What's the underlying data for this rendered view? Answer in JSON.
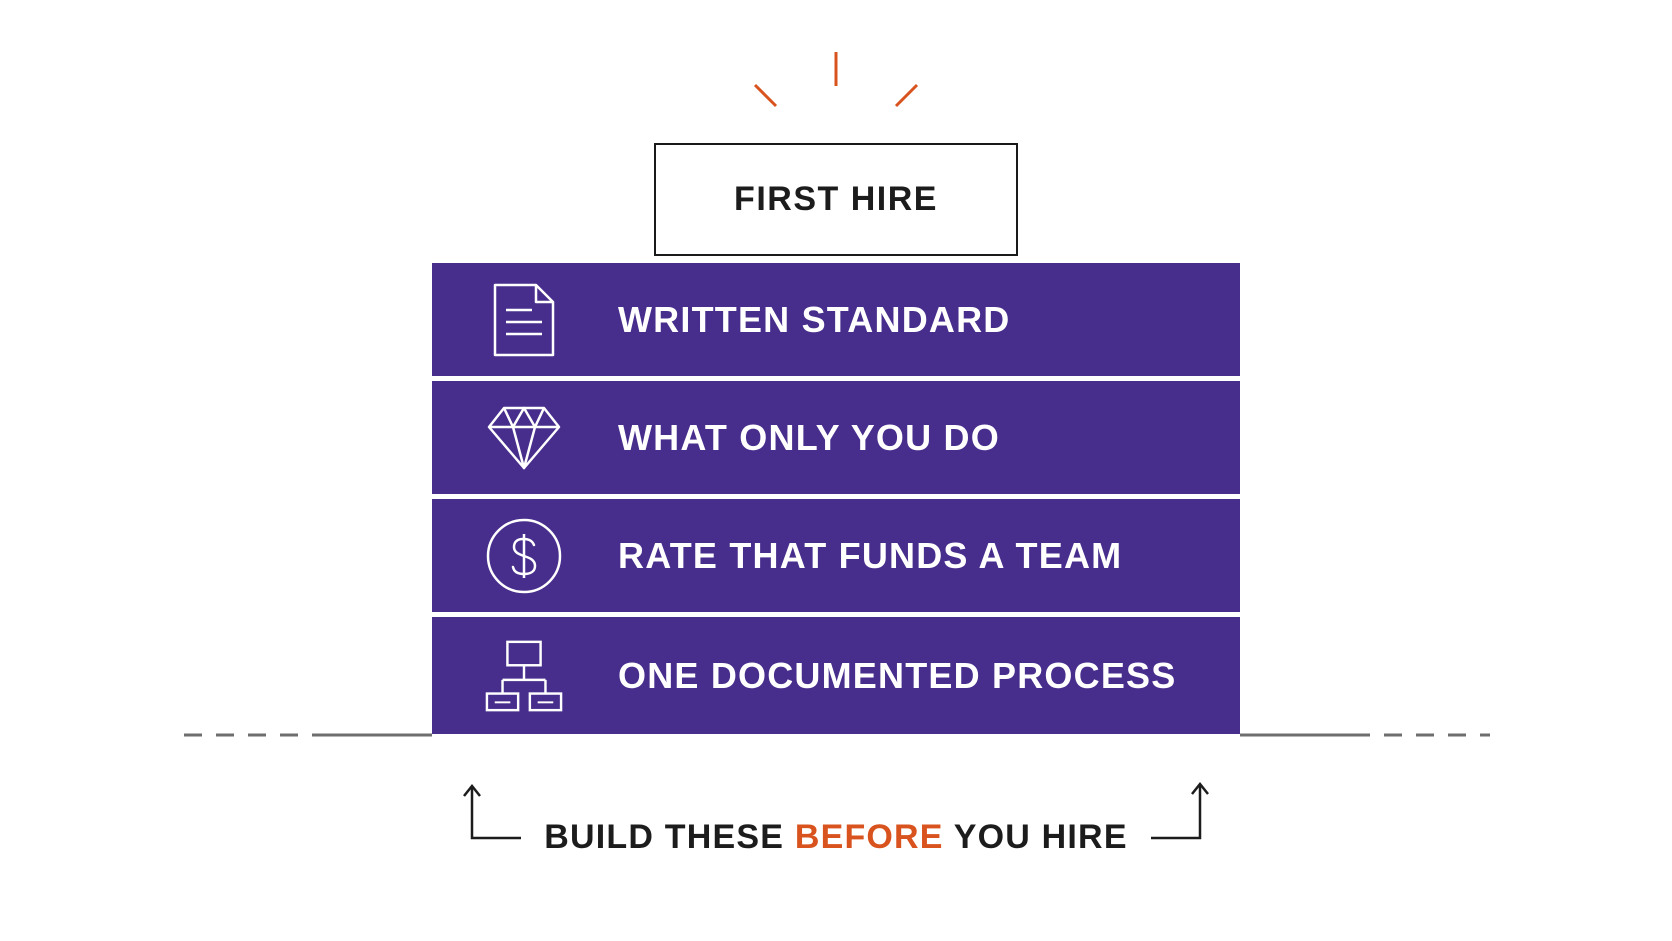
{
  "top": {
    "label": "FIRST HIRE"
  },
  "layers": [
    {
      "label": "WRITTEN STANDARD",
      "icon": "document-icon"
    },
    {
      "label": "WHAT ONLY YOU DO",
      "icon": "diamond-icon"
    },
    {
      "label": "RATE THAT FUNDS A TEAM",
      "icon": "dollar-coin-icon"
    },
    {
      "label": "ONE DOCUMENTED PROCESS",
      "icon": "org-chart-icon"
    }
  ],
  "caption": {
    "before": "BUILD THESE ",
    "accent": "BEFORE",
    "after": " YOU HIRE"
  },
  "colors": {
    "layer_fill": "#472d8c",
    "accent": "#d9531e",
    "text_dark": "#1c1c1c"
  }
}
